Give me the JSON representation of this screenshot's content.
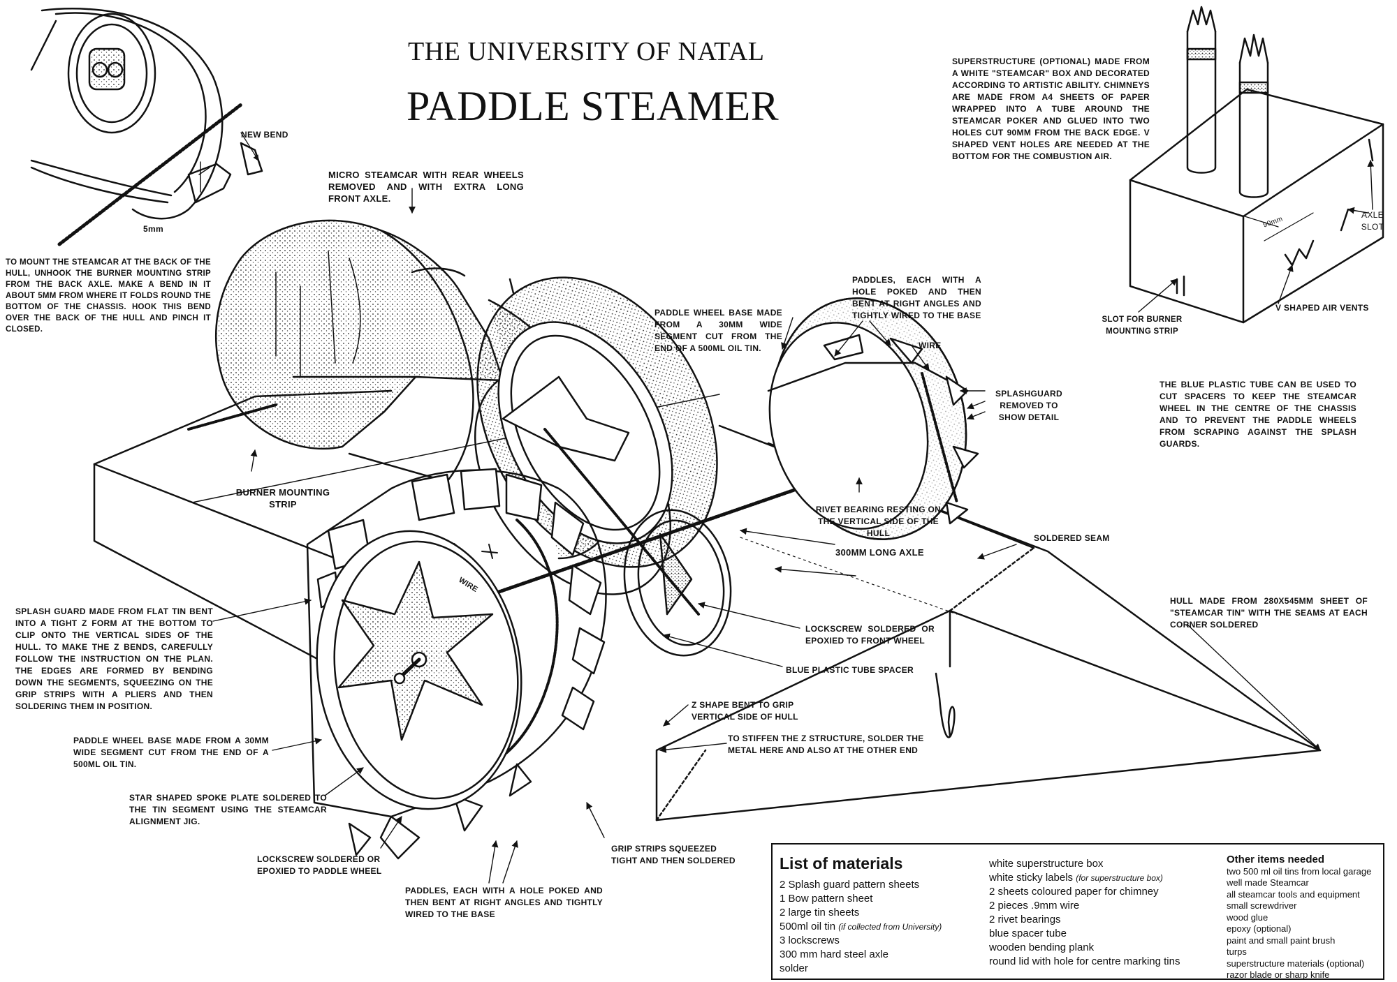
{
  "title": {
    "line1": "THE UNIVERSITY OF NATAL",
    "line2": "PADDLE STEAMER"
  },
  "labels": {
    "new_bend": "NEW BEND",
    "five_mm": "5mm",
    "mount_steamcar": "To mount the Steamcar at the back of the hull, unhook the burner mounting strip from the back axle. Make a bend in it about 5mm from where it folds round the bottom of the chassis. Hook this bend over the back of the hull and pinch it closed.",
    "micro_steamcar": "Micro Steamcar with rear wheels removed and with extra long front axle.",
    "superstructure": "Superstructure (optional) made from a white \"Steamcar\" box and decorated according to artistic ability. Chimneys are made from A4 sheets of paper wrapped into a tube around the Steamcar poker and glued into two holes cut 90mm from the back edge. V shaped vent holes are needed at the bottom for the combustion air.",
    "axle_slot": "AXLE SLOT",
    "dim_90mm": "90mm",
    "slot_burner": "Slot for burner mounting strip",
    "v_air_vents": "V shaped air vents",
    "paddles_top": "Paddles, each with a hole poked and then bent at right angles and tightly wired to the base",
    "paddle_base_top": "Paddle wheel base made from a 30mm wide segment cut from the end of a 500ml oil tin.",
    "wire_top": "WIRE",
    "splashguard_removed": "Splashguard removed to show detail",
    "blue_tube_note": "The blue plastic tube can be used to cut spacers to keep the Steamcar wheel in the centre of the chassis and to prevent the paddle wheels from scraping against the splash guards.",
    "burner_strip": "Burner mounting strip",
    "rivet_bearing": "Rivet bearing resting on the vertical side of the hull",
    "axle_300": "300mm long axle",
    "soldered_seam": "Soldered seam",
    "hull_made": "Hull made from 280x545mm sheet of \"Steamcar tin\" with the seams at each corner soldered",
    "splash_guard": "Splash guard made from flat tin bent into a tight Z form at the bottom to clip onto the vertical sides of the hull. To make the Z bends, carefully follow the instruction on the plan. The edges are formed by bending down the segments, squeezing on the grip strips with a pliers and then soldering them in position.",
    "lockscrew_front": "Lockscrew soldered or epoxied to front wheel",
    "blue_spacer": "Blue plastic tube spacer",
    "wire_mid": "WIRE",
    "z_shape": "Z shape bent to grip vertical side of hull",
    "stiffen_z": "To stiffen the Z structure, solder the metal here and also at the other end",
    "paddle_base_bottom": "Paddle wheel base made from a 30mm wide segment cut from the end of a 500ml oil tin.",
    "star_plate": "Star shaped spoke plate soldered to the tin segment using the Steamcar alignment jig.",
    "lockscrew_paddle": "Lockscrew soldered or epoxied to paddle wheel",
    "grip_strips": "Grip strips squeezed tight and then soldered",
    "paddles_bottom": "Paddles, each with a hole poked and then bent at right angles and tightly wired to the base"
  },
  "materials": {
    "title": "List of materials",
    "col1": [
      {
        "text": "2 Splash guard pattern sheets",
        "note": ""
      },
      {
        "text": "1 Bow pattern sheet",
        "note": ""
      },
      {
        "text": "2 large tin sheets",
        "note": ""
      },
      {
        "text": "500ml oil tin",
        "note": "(if collected from University)"
      },
      {
        "text": "3 lockscrews",
        "note": ""
      },
      {
        "text": "300 mm hard steel axle",
        "note": ""
      },
      {
        "text": "solder",
        "note": ""
      }
    ],
    "col2": [
      {
        "text": "white superstructure box",
        "note": ""
      },
      {
        "text": "white sticky labels",
        "note": "(for superstructure box)"
      },
      {
        "text": "2 sheets coloured paper for chimney",
        "note": ""
      },
      {
        "text": "2 pieces .9mm wire",
        "note": ""
      },
      {
        "text": "2 rivet bearings",
        "note": ""
      },
      {
        "text": "blue spacer tube",
        "note": ""
      },
      {
        "text": "wooden bending plank",
        "note": ""
      },
      {
        "text": "round lid with hole for centre marking tins",
        "note": ""
      }
    ],
    "other_title": "Other items needed",
    "col3": [
      "two 500 ml oil tins from local garage",
      "well made Steamcar",
      "all steamcar tools and equipment",
      "small screwdriver",
      "wood glue",
      "epoxy (optional)",
      "paint and small paint brush",
      "turps",
      "superstructure materials (optional)",
      "razor blade or sharp knife"
    ]
  },
  "colors": {
    "ink": "#111111",
    "paper": "#ffffff"
  }
}
